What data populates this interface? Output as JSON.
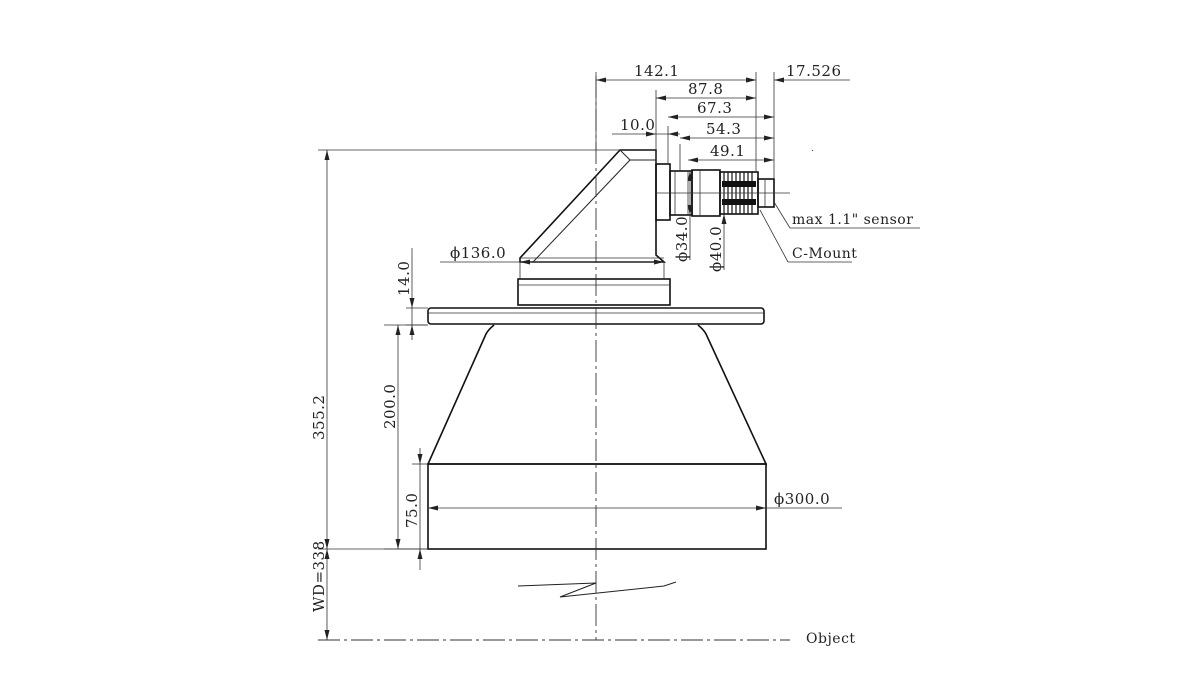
{
  "dimensions": {
    "length_142_1": "142.1",
    "length_17_526": "17.526",
    "length_87_8": "87.8",
    "length_67_3": "67.3",
    "length_10_0": "10.0",
    "length_54_3": "54.3",
    "length_49_1": "49.1",
    "dia_136": "ϕ136.0",
    "dia_34": "ϕ34.0",
    "dia_40": "ϕ40.0",
    "dia_300": "ϕ300.0",
    "height_14": "14.0",
    "height_200": "200.0",
    "height_75": "75.0",
    "height_355_2": "355.2",
    "working_distance": "WD=338"
  },
  "notes": {
    "sensor": "max 1.1\" sensor",
    "mount": "C-Mount",
    "object": "Object"
  }
}
